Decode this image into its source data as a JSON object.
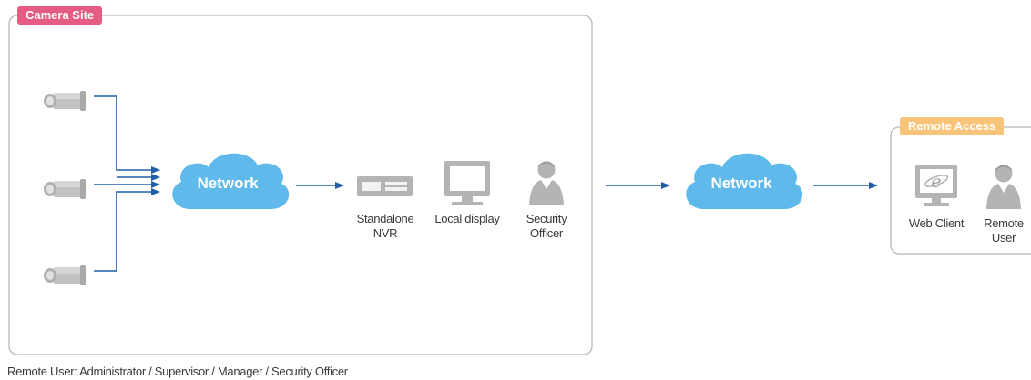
{
  "camera_site": {
    "label": "Camera Site",
    "color": "#e45c82"
  },
  "remote_access": {
    "label": "Remote Access",
    "color": "#f8c47a"
  },
  "network_left": {
    "label": "Network"
  },
  "network_right": {
    "label": "Network"
  },
  "nvr": {
    "label_line1": "Standalone",
    "label_line2": "NVR"
  },
  "local_display": {
    "label": "Local display"
  },
  "security_officer": {
    "label_line1": "Security",
    "label_line2": "Officer"
  },
  "web_client": {
    "label": "Web Client",
    "icon_glyph": "e"
  },
  "remote_user": {
    "label_line1": "Remote",
    "label_line2": "User"
  },
  "caption": "Remote User: Administrator / Supervisor / Manager / Security Officer",
  "colors": {
    "arrow": "#1f5fa8",
    "cloud": "#5fb9ea",
    "cloud_text": "#ffffff",
    "device_gray": "#b4b4b4",
    "box_border": "#b8b8b8"
  }
}
